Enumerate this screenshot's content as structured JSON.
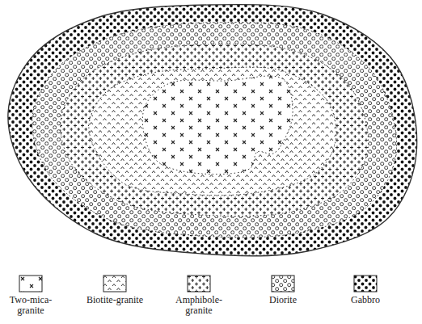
{
  "diagram": {
    "legend": [
      {
        "text": "Two-mica-granite"
      },
      {
        "text": "Biotite-granite"
      },
      {
        "text": "Amphibole-granite"
      },
      {
        "text": "Diorite"
      },
      {
        "text": "Gabbro"
      }
    ]
  }
}
